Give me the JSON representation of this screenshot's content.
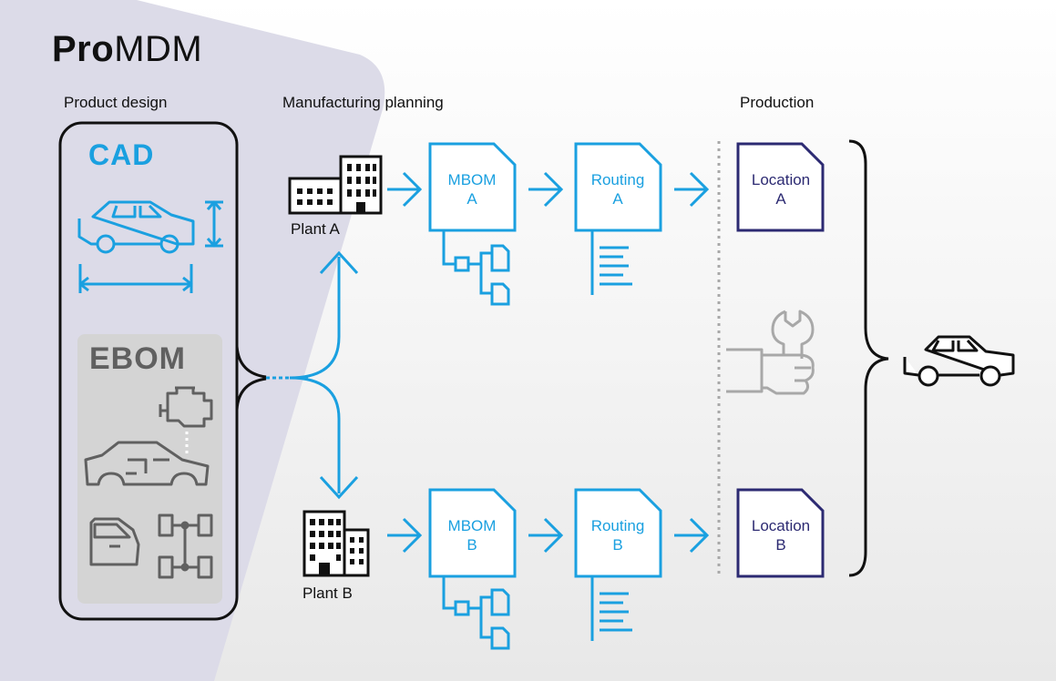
{
  "logo": {
    "bold": "Pro",
    "regular": "MDM"
  },
  "sections": {
    "product_design": "Product design",
    "manufacturing_planning": "Manufacturing planning",
    "production": "Production"
  },
  "product_design": {
    "cad": "CAD",
    "ebom": "EBOM"
  },
  "plants": {
    "a": {
      "label": "Plant A"
    },
    "b": {
      "label": "Plant B"
    }
  },
  "docs": {
    "mbom_a": {
      "line1": "MBOM",
      "line2": "A"
    },
    "routing_a": {
      "line1": "Routing",
      "line2": "A"
    },
    "location_a": {
      "line1": "Location",
      "line2": "A"
    },
    "mbom_b": {
      "line1": "MBOM",
      "line2": "B"
    },
    "routing_b": {
      "line1": "Routing",
      "line2": "B"
    },
    "location_b": {
      "line1": "Location",
      "line2": "B"
    }
  },
  "colors": {
    "accent_blue": "#1aa0e0",
    "navy": "#2c2a72",
    "dark": "#111111",
    "gray_icon": "#606060",
    "light_gray_icon": "#a8a8a8",
    "design_panel": "#dcdbe8",
    "ebom_panel": "#d4d4d4"
  },
  "icons": [
    "car-cad-icon",
    "engine-icon",
    "car-body-icon",
    "car-door-icon",
    "chassis-icon",
    "factory-icon",
    "office-building-icon",
    "bom-tree-icon",
    "routing-list-icon",
    "wrench-hand-icon",
    "finished-car-icon",
    "arrow-right-icon"
  ]
}
